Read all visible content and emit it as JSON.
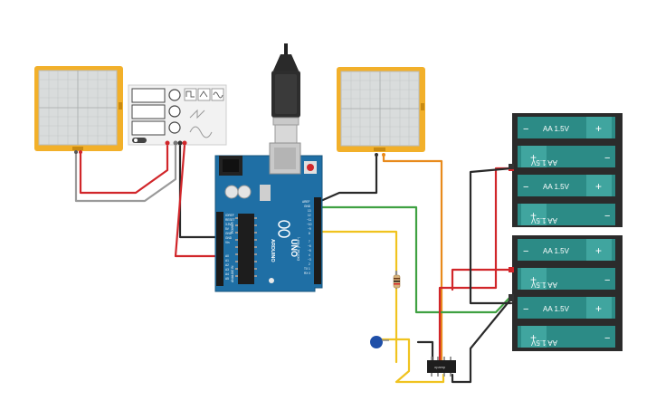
{
  "arduino": {
    "brand": "ARDUINO",
    "model": "UNO",
    "pin_labels_left": [
      "IOREF",
      "RESET",
      "3.3V",
      "5V",
      "GND",
      "GND",
      "Vin",
      "A0",
      "A1",
      "A2",
      "A3",
      "A4",
      "A5"
    ],
    "pin_labels_right": [
      "AREF",
      "GND",
      "13",
      "12",
      "~11",
      "~10",
      "~9",
      "8",
      "7",
      "~6",
      "~5",
      "4",
      "~3",
      "2",
      "TX 1",
      "RX 0"
    ],
    "power_header_label": "POWER",
    "analog_header_label": "ANALOG IN",
    "digital_header_label": "DIGITAL (PWM~)"
  },
  "batteries": {
    "cell_label": "AA 1.5V",
    "plus_symbol": "+",
    "minus_symbol": "−"
  },
  "opamp": {
    "label": "opamp"
  },
  "colors": {
    "oscilloscope_frame": "#f2b02a",
    "screen_bg": "#d9dcdc",
    "board_blue": "#1f6fa5",
    "battery_teal": "#2c8b86",
    "battery_dark": "#2b2b2b",
    "wire_red": "#d1262a",
    "wire_black": "#2a2a2a",
    "wire_green": "#3fa142",
    "wire_yellow": "#f0c31f",
    "wire_orange": "#e88a1c",
    "wire_gray": "#9a9a9a"
  }
}
